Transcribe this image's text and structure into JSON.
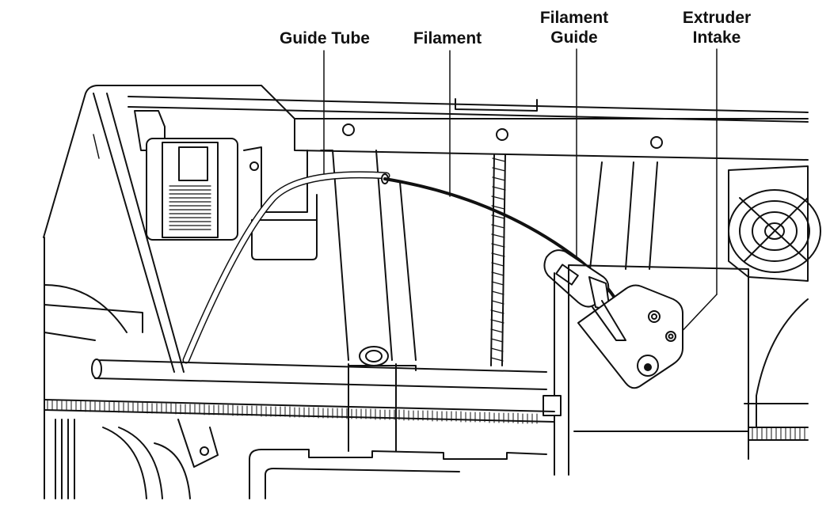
{
  "labels": {
    "guide_tube": "Guide Tube",
    "filament": "Filament",
    "filament_guide_line1": "Filament",
    "filament_guide_line2": "Guide",
    "extruder_intake_line1": "Extruder",
    "extruder_intake_line2": "Intake"
  },
  "colors": {
    "line": "#111111",
    "background": "#ffffff"
  }
}
